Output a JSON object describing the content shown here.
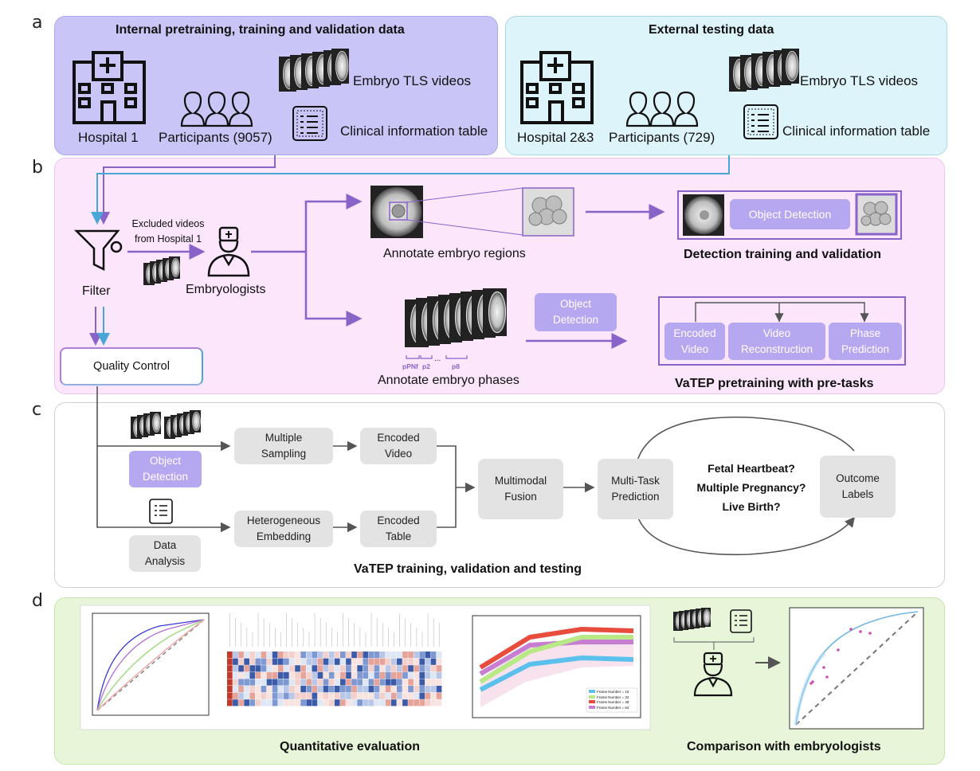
{
  "panel_letters": {
    "a": "a",
    "b": "b",
    "c": "c",
    "d": "d"
  },
  "panel_a": {
    "internal": {
      "title": "Internal pretraining, training and validation data",
      "hospital": "Hospital 1",
      "participants": "Participants (9057)",
      "videos": "Embryo TLS videos",
      "table": "Clinical information table"
    },
    "external": {
      "title": "External testing data",
      "hospital": "Hospital 2&3",
      "participants": "Participants (729)",
      "videos": "Embryo TLS videos",
      "table": "Clinical information table"
    }
  },
  "panel_b": {
    "excluded_line1": "Excluded videos",
    "excluded_line2": "from Hospital 1",
    "filter": "Filter",
    "embryologists": "Embryologists",
    "quality_control": "Quality Control",
    "annotate_regions": "Annotate embryo regions",
    "annotate_phases": "Annotate embryo phases",
    "phase_labels": [
      "pPNf",
      "p2",
      "...",
      "p8"
    ],
    "object_detection_box": "Object Detection",
    "detection_title": "Detection training and validation",
    "object_detection_line1": "Object",
    "object_detection_line2": "Detection",
    "encoded_video_line1": "Encoded",
    "encoded_video_line2": "Video",
    "video_recon_line1": "Video",
    "video_recon_line2": "Reconstruction",
    "phase_pred_line1": "Phase",
    "phase_pred_line2": "Prediction",
    "pretraining_title": "VaTEP pretraining with pre-tasks"
  },
  "panel_c": {
    "object_detection_line1": "Object",
    "object_detection_line2": "Detection",
    "data_analysis_line1": "Data",
    "data_analysis_line2": "Analysis",
    "multiple_sampling_line1": "Multiple",
    "multiple_sampling_line2": "Sampling",
    "hetero_line1": "Heterogeneous",
    "hetero_line2": "Embedding",
    "encoded_video_line1": "Encoded",
    "encoded_video_line2": "Video",
    "encoded_table_line1": "Encoded",
    "encoded_table_line2": "Table",
    "fusion_line1": "Multimodal",
    "fusion_line2": "Fusion",
    "mtp_line1": "Multi-Task",
    "mtp_line2": "Prediction",
    "q1": "Fetal Heartbeat?",
    "q2": "Multiple Pregnancy?",
    "q3": "Live Birth?",
    "outcome_line1": "Outcome",
    "outcome_line2": "Labels",
    "title": "VaTEP training, validation and testing"
  },
  "panel_d": {
    "quant_title": "Quantitative evaluation",
    "compare_title": "Comparison with embryologists",
    "legend": [
      "Frame Number = 16",
      "Frame Number = 32",
      "Frame Number = 48",
      "Frame Number = 64"
    ],
    "legend_colors": [
      "#5bc0eb",
      "#b8e986",
      "#e74c3c",
      "#c77dd1"
    ]
  },
  "colors": {
    "panel_a_internal": "#c9c6f7",
    "panel_a_external": "#ddf3fb",
    "panel_b": "#fbe6fb",
    "panel_d": "#e7f5d9",
    "purple_arrow": "#8a63c9",
    "blue_arrow": "#4aa6d6"
  }
}
